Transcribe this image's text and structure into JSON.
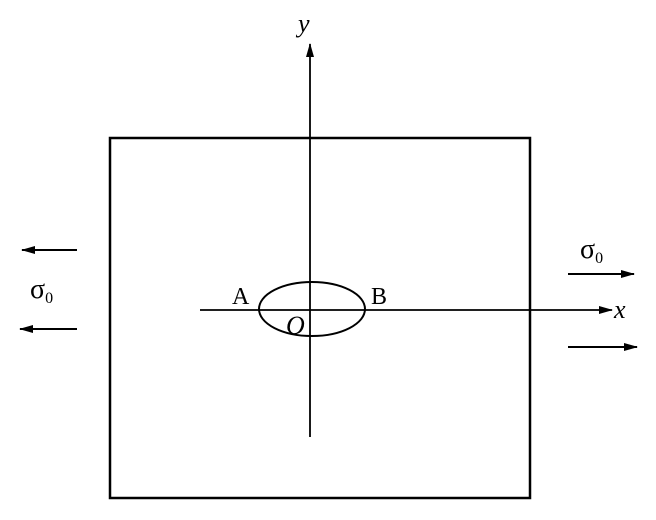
{
  "diagram": {
    "axis_x_label": "x",
    "axis_y_label": "y",
    "origin_label": "O",
    "point_a_label": "A",
    "point_b_label": "B",
    "stress_left": {
      "symbol": "σ",
      "subscript": "0"
    },
    "stress_right": {
      "symbol": "σ",
      "subscript": "0"
    }
  }
}
